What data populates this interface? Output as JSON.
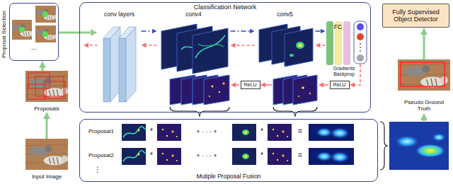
{
  "diagram": {
    "nodes": [
      {
        "text": [
          "Proposal Selection"
        ]
      },
      {
        "text": [
          "Classification Network"
        ]
      },
      {
        "text": [
          "conv layers"
        ],
        "in": 1
      },
      {
        "text": [
          "conv4"
        ],
        "in": 1
      },
      {
        "text": [
          "conv5"
        ],
        "in": 1
      },
      {
        "text": [
          "FC"
        ],
        "in": 1
      },
      {
        "text": [
          "ReLU"
        ],
        "in": 1
      },
      {
        "text": [
          "ReLU"
        ],
        "in": 1
      },
      {
        "text": [
          "Fully Supervised Object Detector"
        ]
      },
      {
        "text": [
          "Proposals"
        ]
      },
      {
        "text": [
          "Pseudo Ground Truth"
        ]
      },
      {
        "text": [
          "Input Image"
        ]
      },
      {
        "text": [
          "Mutiple Proposal Fusion"
        ]
      }
    ],
    "edges": [
      {
        "from": 11,
        "to": 9,
        "arrow": "to"
      },
      {
        "from": 9,
        "to": 0,
        "arrow": "to"
      },
      {
        "from": 0,
        "to": 2,
        "arrow": "to"
      },
      {
        "from": 2,
        "to": 3,
        "arrow": "to"
      },
      {
        "from": 3,
        "to": 4,
        "arrow": "to"
      },
      {
        "from": 4,
        "to": 5,
        "arrow": "to"
      },
      {
        "from": 5,
        "to": 4,
        "arrow": "to"
      },
      {
        "from": 4,
        "to": 3,
        "arrow": "to"
      },
      {
        "from": 3,
        "to": 2,
        "arrow": "to"
      },
      {
        "from": 10,
        "to": 8,
        "arrow": "to"
      }
    ],
    "labels": [
      "...",
      "Gradients Backprop",
      "Proposal1",
      "*",
      "+ · · · +",
      "*",
      "=",
      "Proposal2",
      "*",
      "+ · · · +",
      "*",
      "=",
      "⋮"
    ]
  }
}
